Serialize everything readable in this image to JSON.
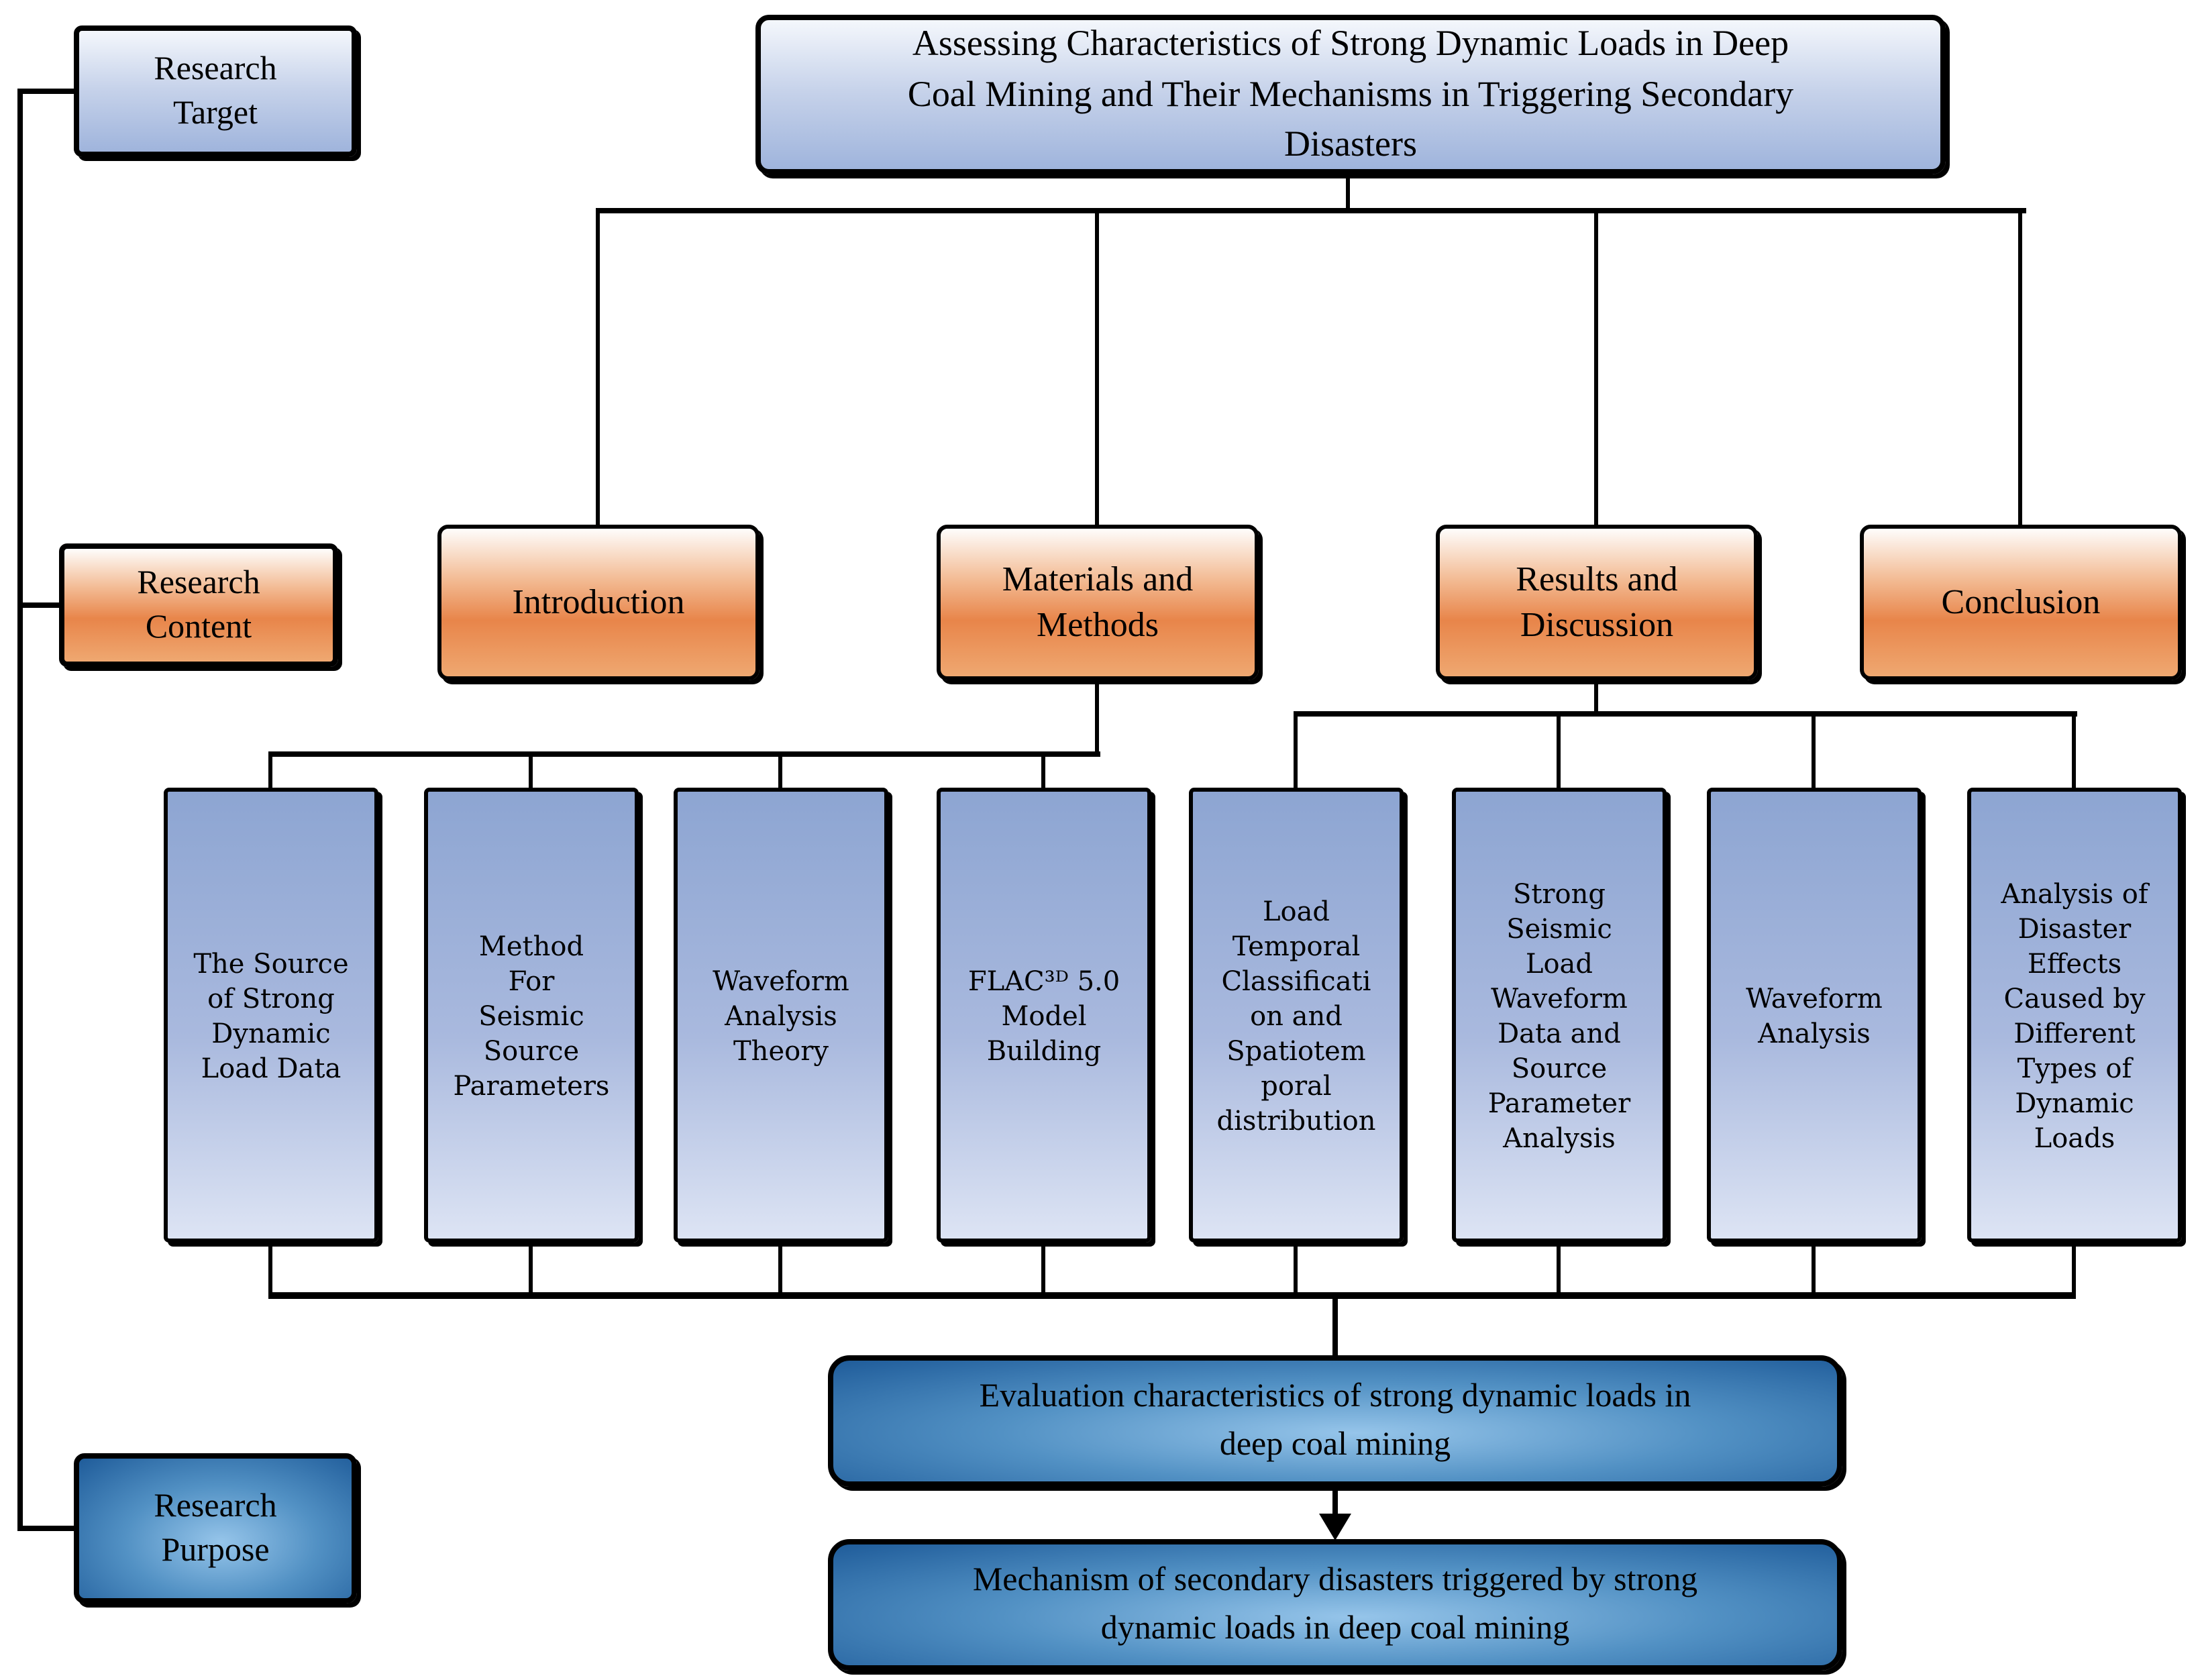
{
  "figure": {
    "title": "Assessing Characteristics of Strong Dynamic Loads in Deep\nCoal Mining and Their Mechanisms in Triggering Secondary\nDisasters",
    "side": {
      "target": "Research\nTarget",
      "content": "Research\nContent",
      "purpose": "Research\nPurpose"
    },
    "sections": [
      {
        "label": "Introduction"
      },
      {
        "label": "Materials and\nMethods"
      },
      {
        "label": "Results and\nDiscussion"
      },
      {
        "label": "Conclusion"
      }
    ],
    "methods_topics": [
      {
        "label": "The Source\nof Strong\nDynamic\nLoad Data"
      },
      {
        "label": "Method\nFor\nSeismic\nSource\nParameters"
      },
      {
        "label": "Waveform\nAnalysis\nTheory"
      },
      {
        "label": "FLAC³ᴰ 5.0\nModel\nBuilding"
      }
    ],
    "results_topics": [
      {
        "label": "Load\nTemporal\nClassificati\non and\nSpatiotem\nporal\ndistribution"
      },
      {
        "label": "Strong\nSeismic\nLoad\nWaveform\nData and\nSource\nParameter\nAnalysis"
      },
      {
        "label": "Waveform\nAnalysis"
      },
      {
        "label": "Analysis of\nDisaster\nEffects\nCaused by\nDifferent\nTypes of\nDynamic\nLoads"
      }
    ],
    "outcomes": [
      {
        "label": "Evaluation characteristics of strong dynamic loads in\ndeep coal mining"
      },
      {
        "label": "Mechanism of secondary disasters triggered by strong\ndynamic loads in deep coal mining"
      }
    ]
  },
  "colors": {
    "line": "#000000",
    "text": "#000000",
    "section_orange_mid": "#e8854a",
    "section_orange_light": "#fefdfc",
    "topic_blue_top": "#8da5d2",
    "topic_blue_bottom": "#dde4f4",
    "root_blue_top": "#f4f7fc",
    "root_blue_bottom": "#9fb4dc",
    "outcome_blue_dark": "#1f5c9a",
    "outcome_blue_light": "#96c5ea"
  }
}
